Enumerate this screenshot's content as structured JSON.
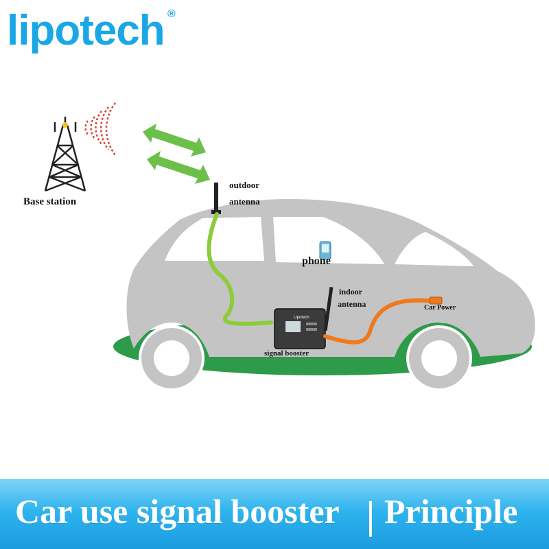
{
  "brand": {
    "name": "lipotech",
    "registered_mark": "®",
    "color": "#1aa7e6"
  },
  "labels": {
    "base_station": "Base station",
    "outdoor_antenna_line1": "outdoor",
    "outdoor_antenna_line2": "antenna",
    "phone": "phone",
    "indoor_antenna_line1": "indoor",
    "indoor_antenna_line2": "antenna",
    "car_power": "Car Power",
    "signal_booster": "signal booster"
  },
  "booster_screen": "Lipotech",
  "banner": {
    "title": "Car use signal booster",
    "subtitle": "Principle"
  },
  "colors": {
    "car_body": "#c4c4c4",
    "ground": "#2e9b4a",
    "outdoor_cable": "#8ccc3c",
    "power_cable": "#ef7a1e",
    "arrows": "#6cc04a",
    "signal_waves": "#d8443a",
    "banner": "#2fb4ee"
  }
}
